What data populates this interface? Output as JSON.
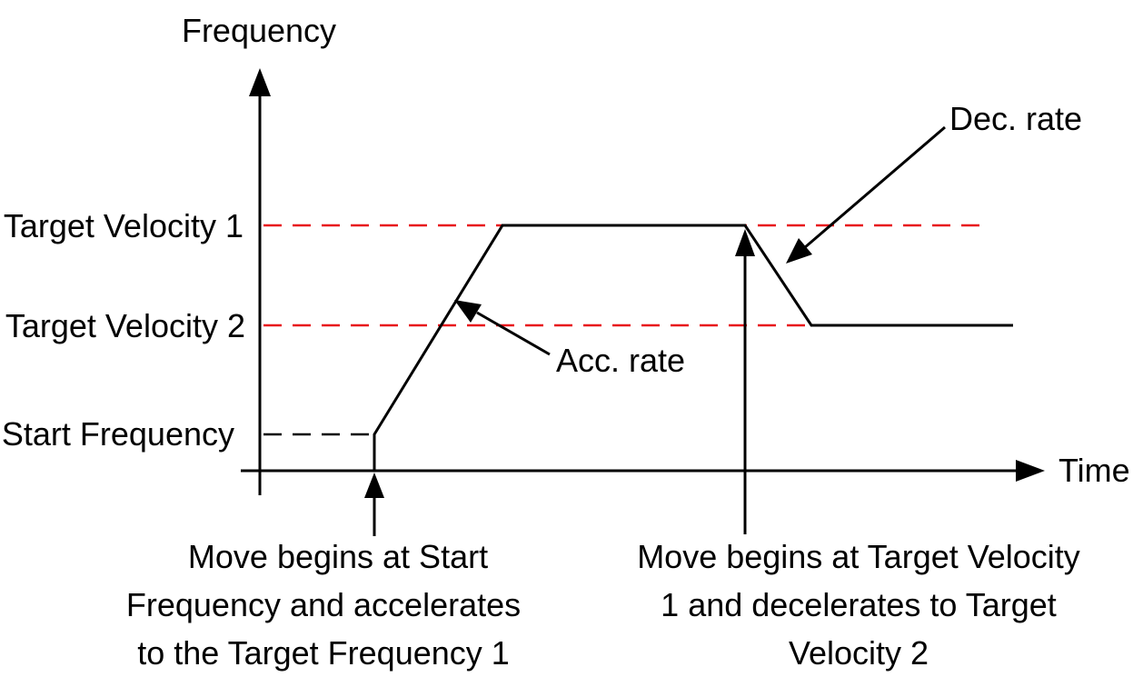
{
  "axes": {
    "y_label": "Frequency",
    "x_label": "Time"
  },
  "levels": {
    "target_velocity_1": "Target Velocity 1",
    "target_velocity_2": "Target Velocity 2",
    "start_frequency": "Start Frequency"
  },
  "annotations": {
    "acc_rate": "Acc. rate",
    "dec_rate": "Dec. rate"
  },
  "captions": {
    "left": [
      "Move begins at Start",
      "Frequency and accelerates",
      "to the Target Frequency 1"
    ],
    "right": [
      "Move begins at Target Velocity",
      "1 and decelerates to Target",
      "Velocity 2"
    ]
  },
  "colors": {
    "reference_line": "#e8141b",
    "line": "#000000"
  }
}
